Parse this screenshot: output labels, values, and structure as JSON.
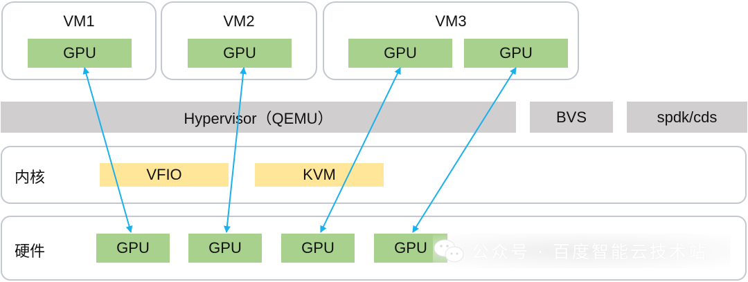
{
  "vms": [
    {
      "title": "VM1",
      "gpus": [
        "GPU"
      ]
    },
    {
      "title": "VM2",
      "gpus": [
        "GPU"
      ]
    },
    {
      "title": "VM3",
      "gpus": [
        "GPU",
        "GPU"
      ]
    }
  ],
  "middleware": {
    "hypervisor": "Hypervisor（QEMU）",
    "bvs": "BVS",
    "spdk": "spdk/cds"
  },
  "kernel": {
    "label": "内核",
    "modules": [
      "VFIO",
      "KVM"
    ]
  },
  "hardware": {
    "label": "硬件",
    "gpus": [
      "GPU",
      "GPU",
      "GPU",
      "GPU"
    ]
  },
  "connections": [
    {
      "from": "VM1.GPU",
      "to": "hardware.GPU1"
    },
    {
      "from": "VM2.GPU",
      "to": "hardware.GPU2"
    },
    {
      "from": "VM3.GPU1",
      "to": "hardware.GPU3"
    },
    {
      "from": "VM3.GPU2",
      "to": "hardware.GPU4"
    }
  ],
  "colors": {
    "gpu": "#a9d18e",
    "kernel_module": "#ffe699",
    "bar": "#d0cecf",
    "arrow": "#1ab0ec",
    "border": "#c3c7cf"
  },
  "watermark": {
    "icon": "wechat-icon",
    "text": "公众号 · 百度智能云技术站"
  }
}
